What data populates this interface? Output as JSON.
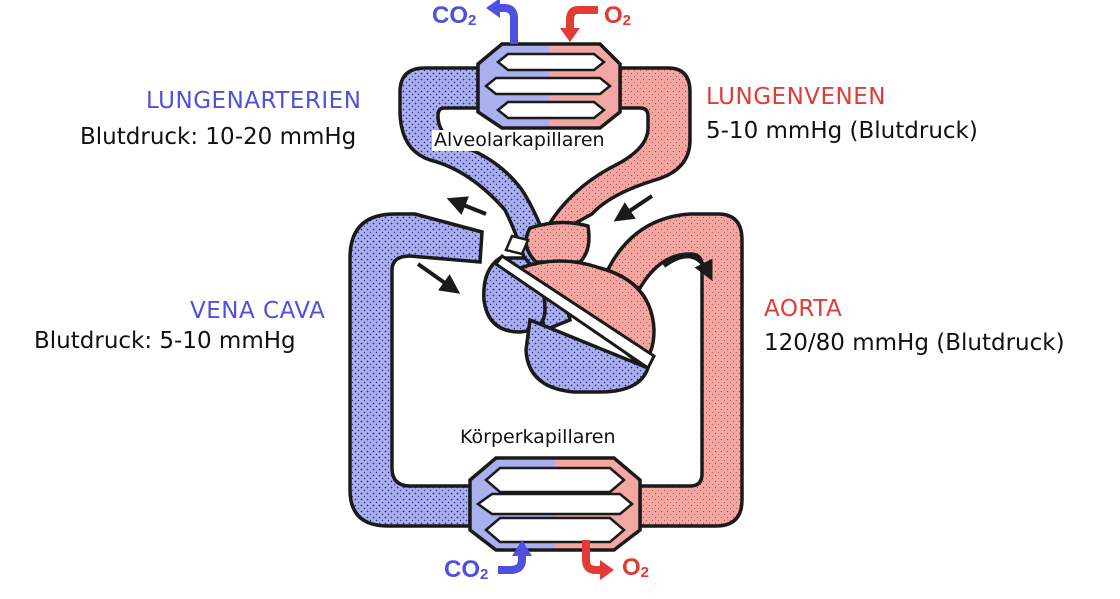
{
  "colors": {
    "venous": "#4f4fe0",
    "arterial": "#e23a34",
    "venous_fill": "#aab0ee",
    "arterial_fill": "#f3a7a3",
    "outline": "#1a1a1a",
    "text": "#111111"
  },
  "labels": {
    "lungenarterien": "LUNGENARTERIEN",
    "lungenarterien_druck": "Blutdruck: 10-20 mmHg",
    "lungenvenen": "LUNGENVENEN",
    "lungenvenen_druck": "5-10 mmHg (Blutdruck)",
    "vena_cava": "VENA CAVA",
    "vena_cava_druck": "Blutdruck: 5-10 mmHg",
    "aorta": "AORTA",
    "aorta_druck": "120/80 mmHg (Blutdruck)",
    "alveolarkapillaren": "Alveolarkapillaren",
    "koerperkapillaren": "Körperkapillaren"
  },
  "gases": {
    "co2_base": "CO",
    "o2_base": "O",
    "subscript": "2"
  },
  "icons": [
    "flow-arrow-icon",
    "co2-arrow-icon",
    "o2-arrow-icon"
  ]
}
